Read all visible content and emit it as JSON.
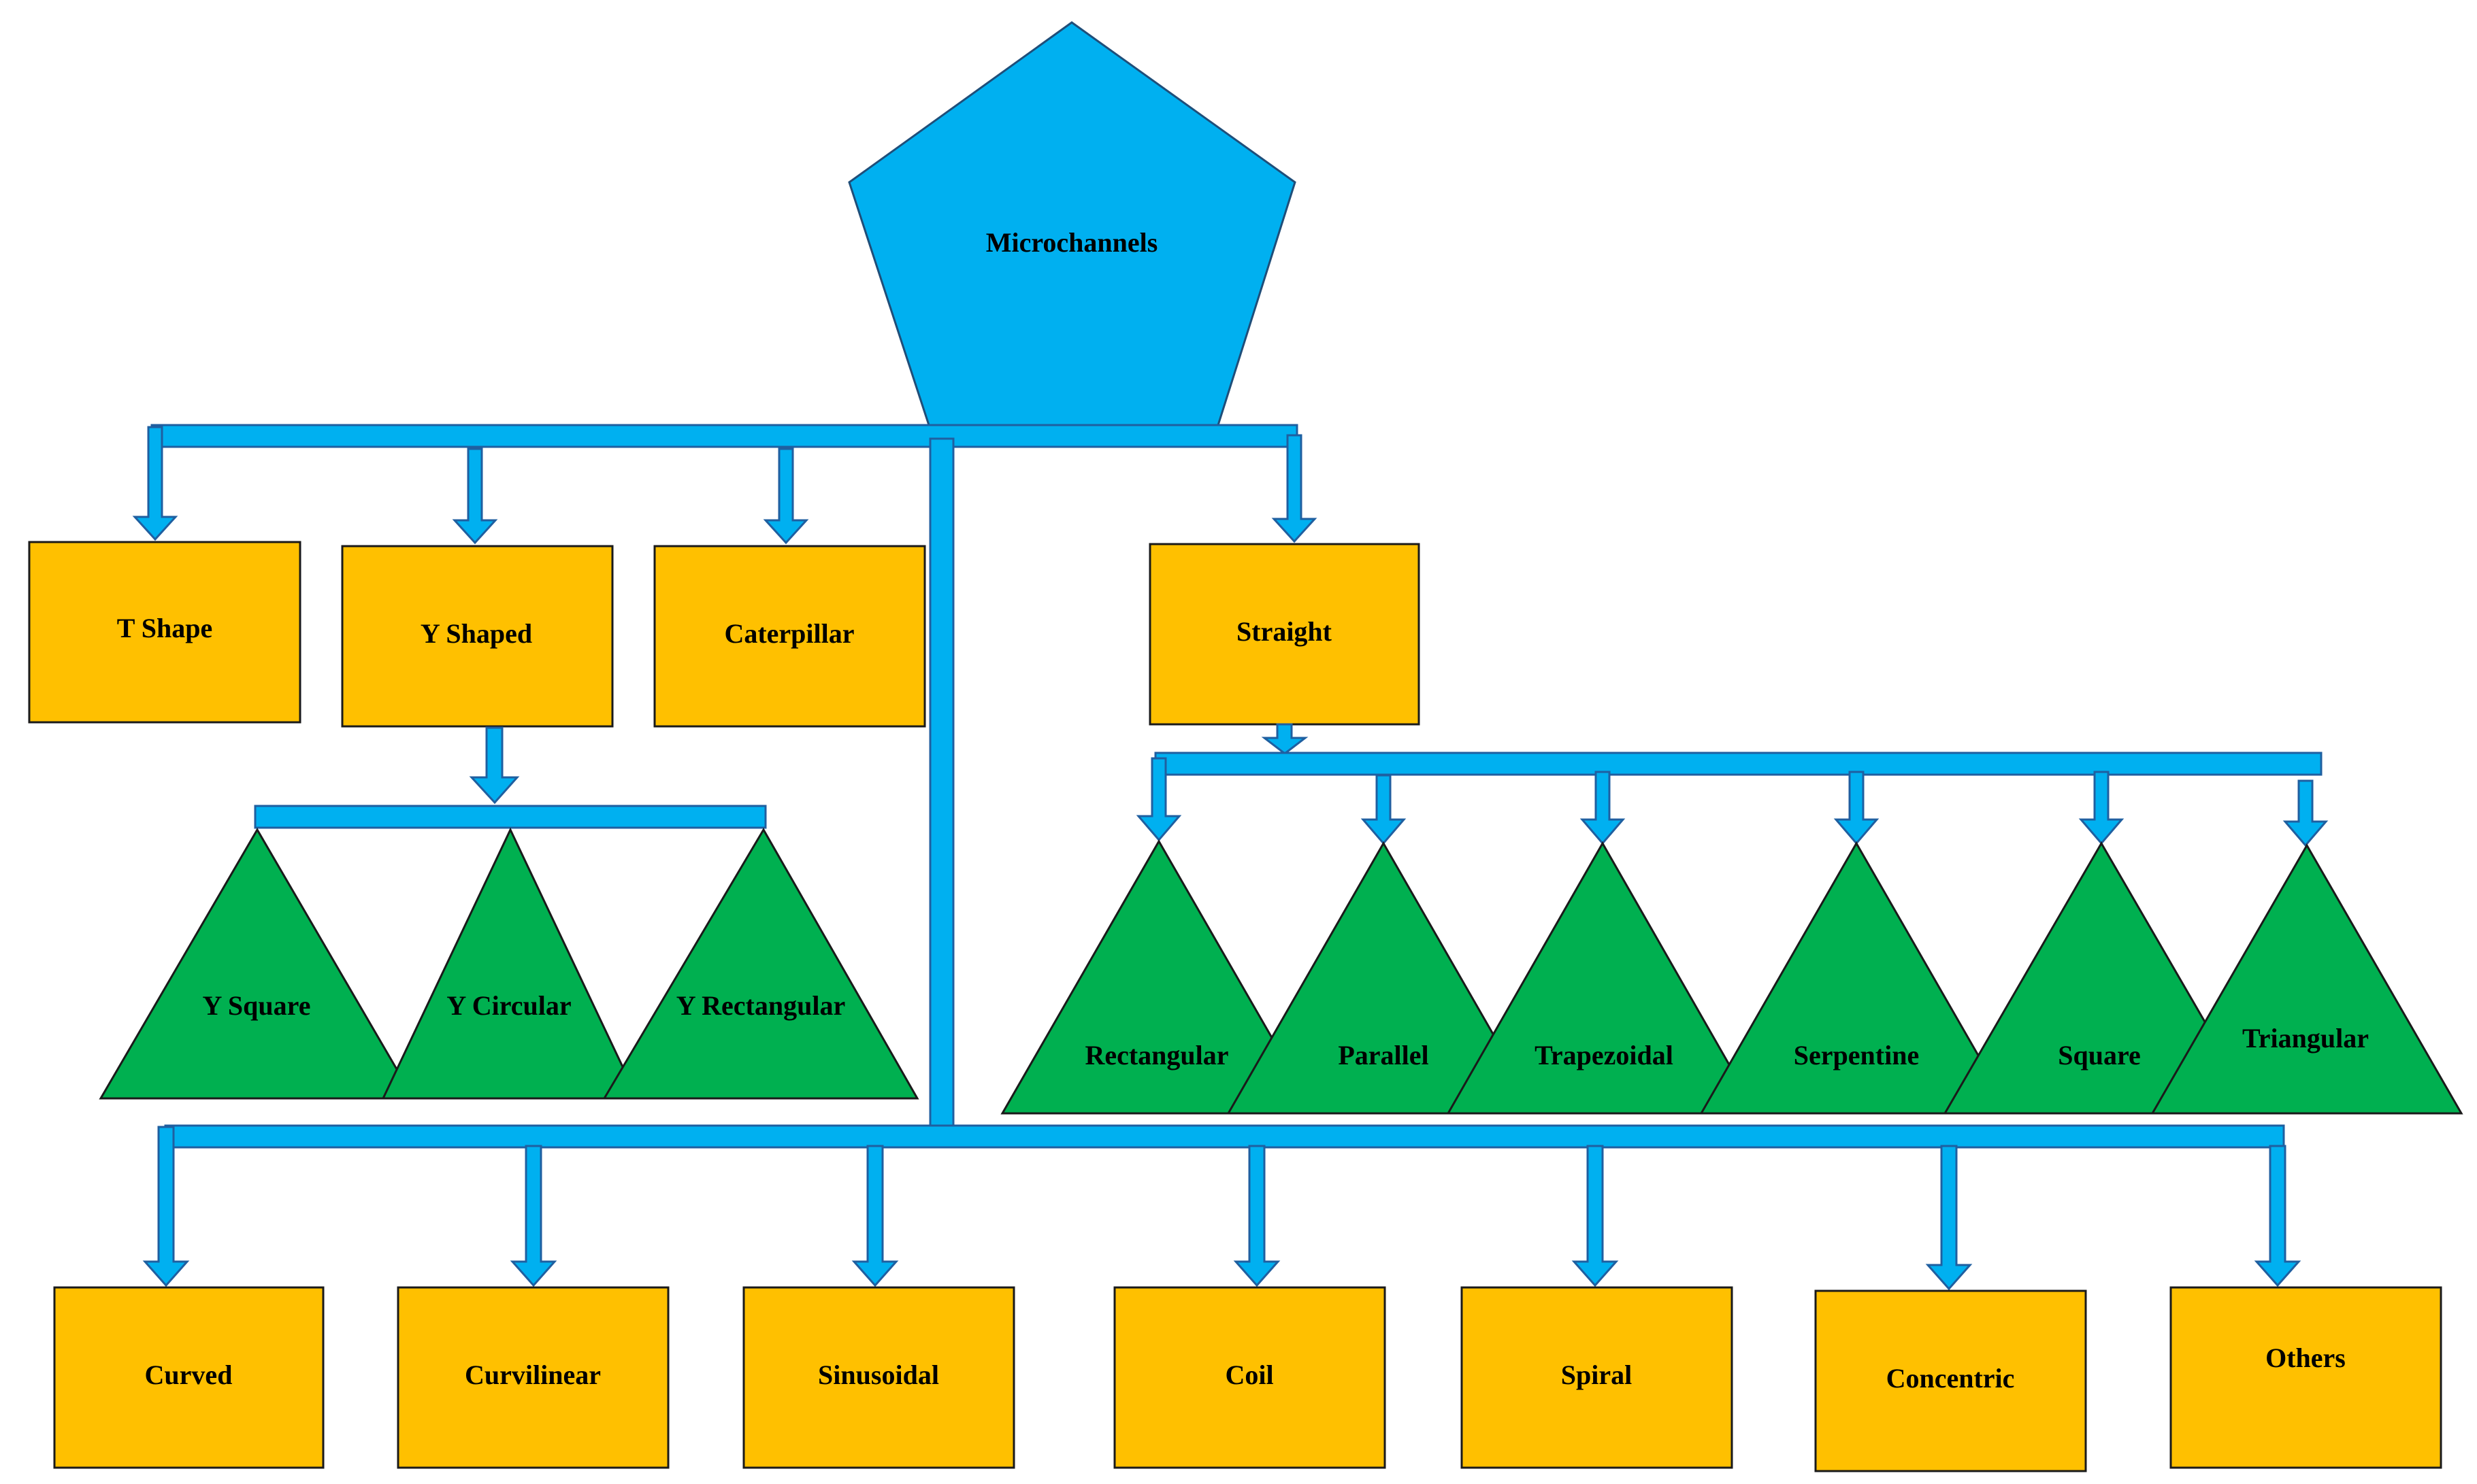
{
  "root": {
    "label": "Microchannels"
  },
  "top_level": [
    {
      "label": "T Shape"
    },
    {
      "label": "Y Shaped"
    },
    {
      "label": "Caterpillar"
    },
    {
      "label": "Straight"
    }
  ],
  "y_shaped_children": [
    {
      "label": "Y Square"
    },
    {
      "label": "Y Circular"
    },
    {
      "label": "Y Rectangular"
    }
  ],
  "straight_children": [
    {
      "label": "Rectangular"
    },
    {
      "label": "Parallel"
    },
    {
      "label": "Trapezoidal"
    },
    {
      "label": "Serpentine"
    },
    {
      "label": "Square"
    },
    {
      "label": "Triangular"
    }
  ],
  "bottom_level": [
    {
      "label": "Curved"
    },
    {
      "label": "Curvilinear"
    },
    {
      "label": "Sinusoidal"
    },
    {
      "label": "Coil"
    },
    {
      "label": "Spiral"
    },
    {
      "label": "Concentric"
    },
    {
      "label": "Others"
    }
  ],
  "colors": {
    "connector": "#00b0f0",
    "box": "#ffc000",
    "triangle": "#00b050",
    "root": "#00b0f0"
  }
}
